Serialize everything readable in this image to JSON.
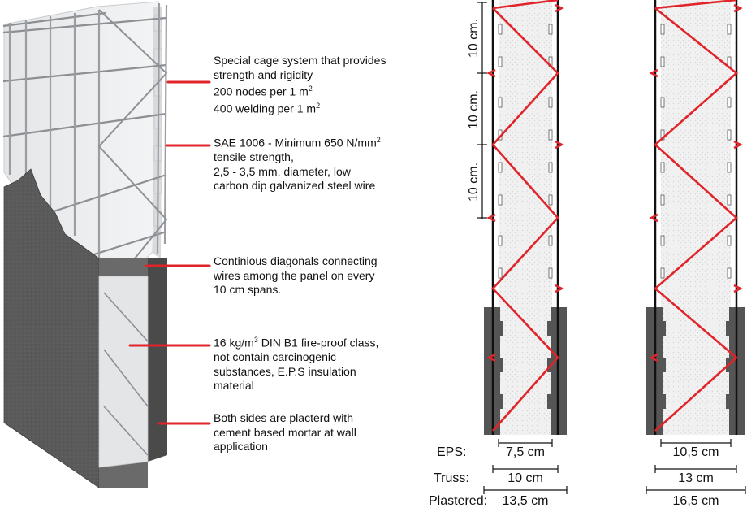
{
  "callouts": [
    {
      "lines": [
        "Special cage system that provides",
        "strength and rigidity",
        "200 nodes per 1 m",
        "400 welding per 1 m"
      ],
      "sup": [
        "",
        "",
        "2",
        "2"
      ]
    },
    {
      "lines": [
        "SAE 1006 - Minimum 650 N/mm",
        "tensile strength,",
        "2,5 - 3,5 mm. diameter, low",
        "carbon dip galvanized steel wire"
      ],
      "sup": [
        "2",
        "",
        "",
        ""
      ]
    },
    {
      "lines": [
        "Continious diagonals connecting",
        "wires among the panel on every",
        "10 cm spans."
      ],
      "sup": [
        "",
        "",
        ""
      ]
    },
    {
      "lines": [
        "16 kg/m",
        "not contain carcinogenic",
        "substances, E.P.S insulation",
        "material"
      ],
      "sup": [
        "3",
        "",
        "",
        ""
      ],
      "tail": " DIN B1 fire-proof class,"
    },
    {
      "lines": [
        "Both sides are placterd with",
        "cement based mortar at wall",
        "application"
      ],
      "sup": [
        "",
        "",
        ""
      ]
    }
  ],
  "section_labels": {
    "spacing": [
      "10 cm.",
      "10 cm.",
      "10 cm."
    ],
    "eps": "EPS:",
    "truss": "Truss:",
    "plastered": "Plastered:"
  },
  "panel_a": {
    "eps": "7,5 cm",
    "truss": "10 cm",
    "plastered": "13,5 cm"
  },
  "panel_b": {
    "eps": "10,5 cm",
    "truss": "13 cm",
    "plastered": "16,5 cm"
  },
  "colors": {
    "accent_red": "#e0242a",
    "mortar": "#555555",
    "eps": "#ececec",
    "wire": "#111111"
  }
}
